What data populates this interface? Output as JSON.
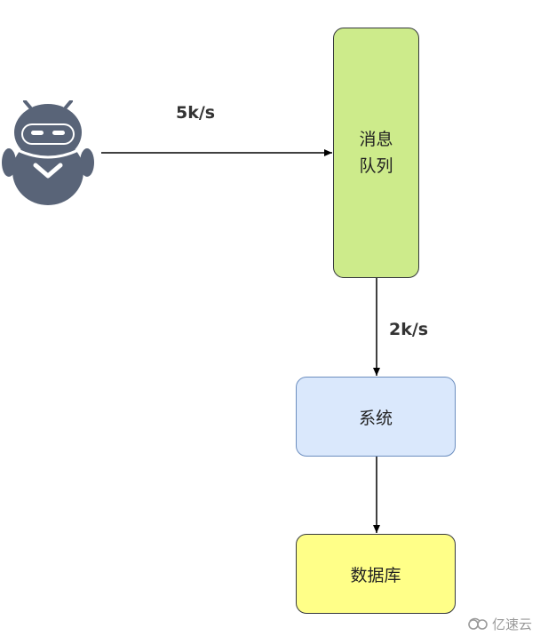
{
  "nodes": {
    "queue": {
      "label": "消息队列"
    },
    "system": {
      "label": "系统"
    },
    "database": {
      "label": "数据库"
    }
  },
  "edges": {
    "producer_to_queue": {
      "label": "5k/s"
    },
    "queue_to_system": {
      "label": "2k/s"
    },
    "system_to_database": {
      "label": ""
    }
  },
  "icons": {
    "producer": "robot-icon",
    "watermark": "cloud-logo-icon"
  },
  "watermark": {
    "text": "亿速云"
  },
  "colors": {
    "queue_fill": "#cdeb8b",
    "system_fill": "#dae8fc",
    "system_stroke": "#6c8ebf",
    "database_fill": "#ffff88",
    "robot": "#596478"
  }
}
